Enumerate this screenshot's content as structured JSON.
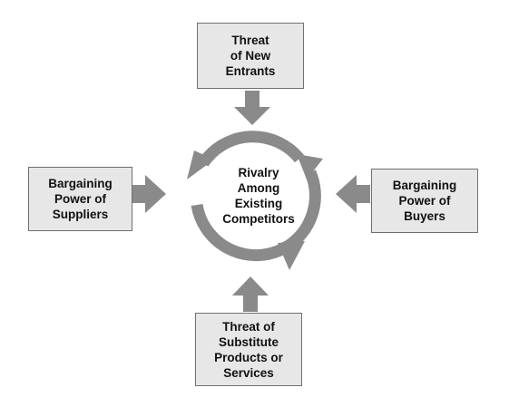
{
  "forces": {
    "top": "Threat\nof New\nEntrants",
    "left": "Bargaining\nPower of\nSuppliers",
    "right": "Bargaining\nPower of\nBuyers",
    "bottom": "Threat of\nSubstitute\nProducts or\nServices",
    "center": "Rivalry\nAmong\nExisting\nCompetitors"
  },
  "colors": {
    "arrow": "#8a8a8a",
    "box_fill": "#e7e7e7",
    "box_border": "#6f6f6f",
    "text": "#111111"
  }
}
